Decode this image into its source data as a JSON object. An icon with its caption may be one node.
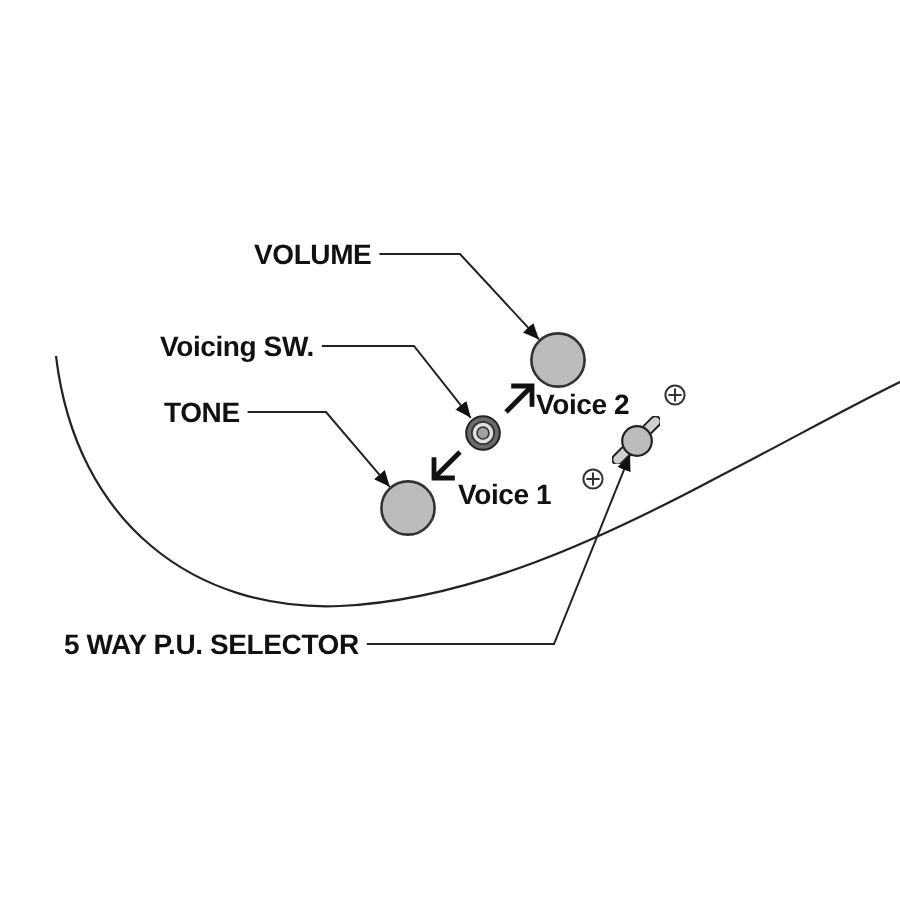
{
  "diagram": {
    "nodes": [
      {
        "text": [
          "VOLUME"
        ]
      },
      {
        "text": [],
        "shape": "circle"
      },
      {
        "text": [
          "Voicing SW."
        ]
      },
      {
        "text": [],
        "shape": "circle"
      },
      {
        "text": [
          "TONE"
        ]
      },
      {
        "text": [],
        "shape": "circle"
      },
      {
        "text": [
          "5 WAY P.U. SELECTOR"
        ]
      },
      {
        "text": [],
        "shape": "circle"
      }
    ],
    "edges": [
      {
        "from": 0,
        "to": 1,
        "arrow": "to"
      },
      {
        "from": 2,
        "to": 3,
        "arrow": "to"
      },
      {
        "from": 4,
        "to": 5,
        "arrow": "to"
      },
      {
        "from": 6,
        "to": 7,
        "arrow": "to"
      }
    ],
    "labels": [
      "Voice 2",
      "Voice 1"
    ]
  }
}
